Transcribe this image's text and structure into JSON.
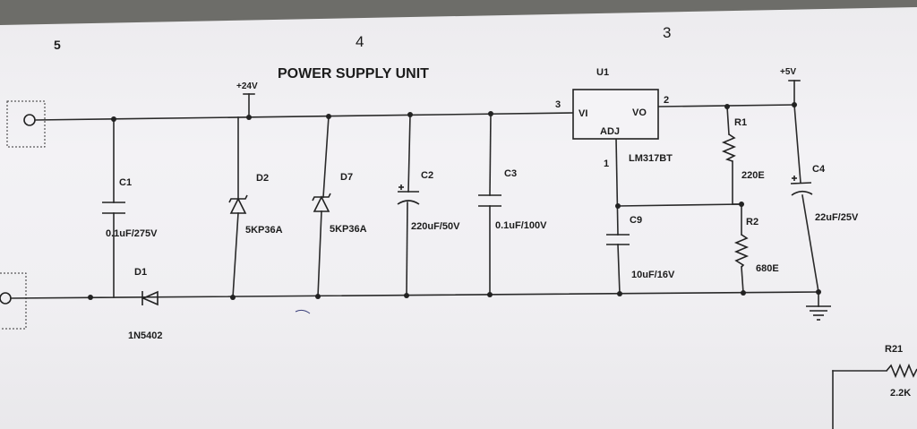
{
  "sheet": {
    "title": "POWER SUPPLY UNIT",
    "zone_numbers": [
      "5",
      "4",
      "3"
    ]
  },
  "nets": {
    "v24": "+24V",
    "v5": "+5V"
  },
  "components": {
    "c1": {
      "ref": "C1",
      "value": "0.1uF/275V"
    },
    "d1": {
      "ref": "D1",
      "value": "1N5402"
    },
    "d2": {
      "ref": "D2",
      "value": "5KP36A"
    },
    "d7": {
      "ref": "D7",
      "value": "5KP36A"
    },
    "c2": {
      "ref": "C2",
      "value": "220uF/50V"
    },
    "c3": {
      "ref": "C3",
      "value": "0.1uF/100V"
    },
    "u1": {
      "ref": "U1",
      "part": "LM317BT",
      "pin_vi": "VI",
      "pin_vo": "VO",
      "pin_adj": "ADJ",
      "pin_num_in": "3",
      "pin_num_out": "2",
      "pin_num_adj": "1"
    },
    "c9": {
      "ref": "C9",
      "value": "10uF/16V"
    },
    "r1": {
      "ref": "R1",
      "value": "220E"
    },
    "r2": {
      "ref": "R2",
      "value": "680E"
    },
    "c4": {
      "ref": "C4",
      "value": "22uF/25V"
    },
    "r21": {
      "ref": "R21",
      "value": "2.2K"
    }
  },
  "colors": {
    "ink": "#222222",
    "paper": "#f0eff2"
  }
}
